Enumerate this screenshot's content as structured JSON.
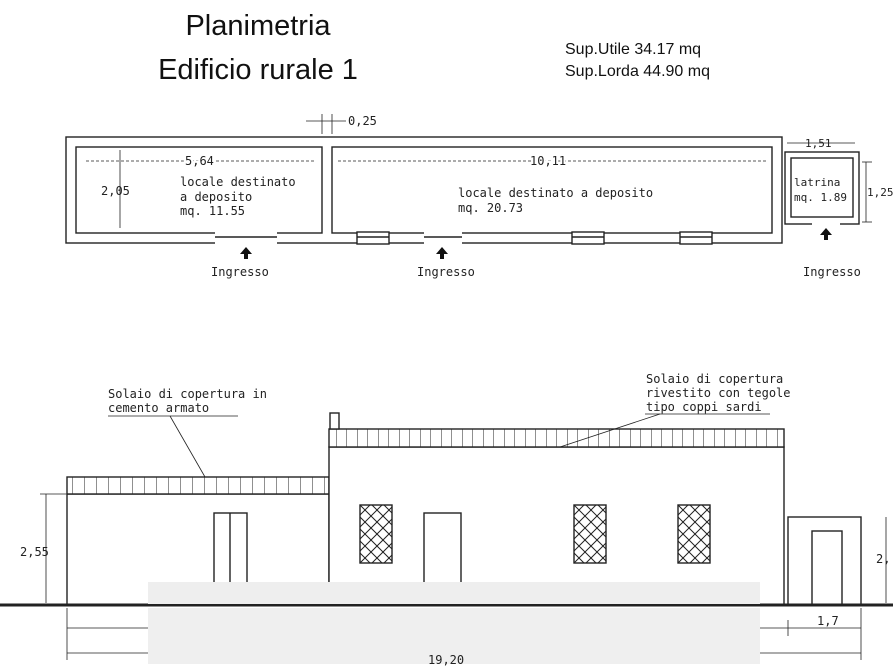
{
  "title": {
    "line1": "Planimetria",
    "line2": "Edificio rurale 1"
  },
  "surfaces": {
    "utile": "Sup.Utile   34.17 mq",
    "lorda": "Sup.Lorda 44.90 mq"
  },
  "plan": {
    "dim_wall": "0,25",
    "dim_latrine_width": "1,51",
    "room1": {
      "width": "5,64",
      "depth": "2,05",
      "label1": "locale destinato",
      "label2": "a deposito",
      "area": "mq. 11.55"
    },
    "room2": {
      "width": "10,11",
      "label": "locale destinato a deposito",
      "area": "mq. 20.73"
    },
    "room3": {
      "label": "latrina",
      "area": "mq. 1.89",
      "depth": "1,25"
    },
    "entrance_label": "Ingresso"
  },
  "elevation": {
    "note_left_1": "Solaio di copertura in",
    "note_left_2": "cemento armato",
    "note_right_1": "Solaio di copertura",
    "note_right_2": "rivestito con tegole",
    "note_right_3": "tipo coppi sardi",
    "height_left": "2,55",
    "height_right": "2,",
    "dim_right": "1,7",
    "dim_total": "19,20"
  }
}
